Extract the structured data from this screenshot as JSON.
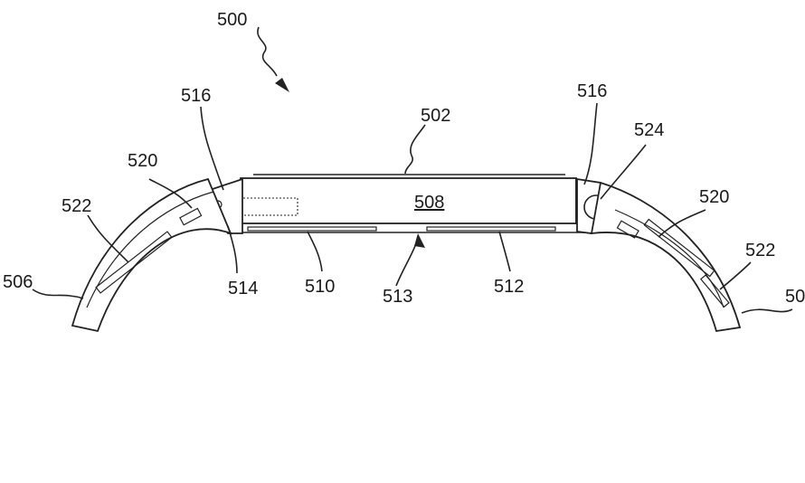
{
  "labels": {
    "fig": "500",
    "housing": "502",
    "display": "508",
    "sensor_left": "510",
    "sensor_right": "512",
    "underside": "513",
    "component": "514",
    "hinge_left": "516",
    "hinge_right": "516",
    "band_cell_left": "520",
    "band_cell_right": "520",
    "band_inner_left": "522",
    "band_inner_right": "522",
    "band_left": "506",
    "band_right": "50",
    "crown": "524"
  }
}
